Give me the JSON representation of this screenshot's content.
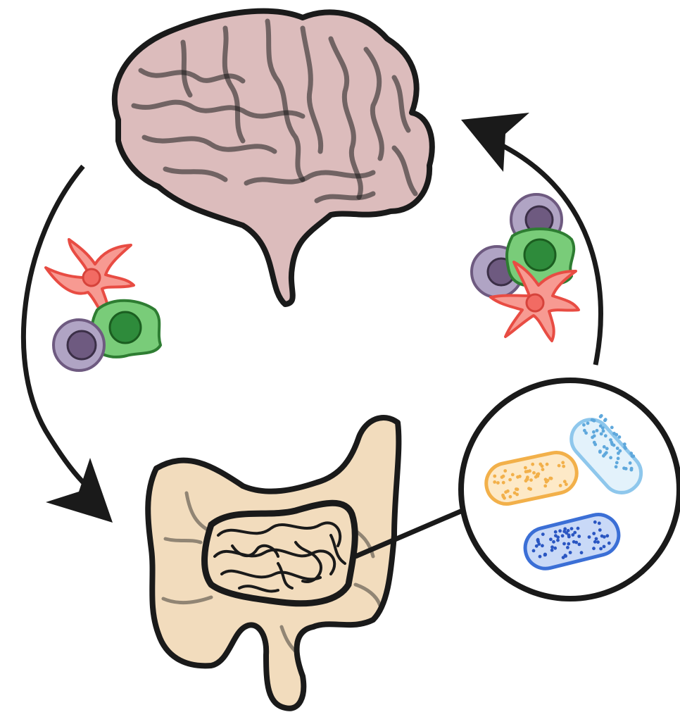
{
  "diagram": {
    "nodes": [
      {
        "id": "brain",
        "icon": "brain-icon",
        "color": "#dcbcbc"
      },
      {
        "id": "gut",
        "icon": "intestine-icon",
        "color": "#f2dcbd"
      },
      {
        "id": "microbiota",
        "icon": "bacteria-icon"
      }
    ],
    "edges": [
      {
        "from": "brain",
        "to": "gut",
        "direction": "counterclockwise-left"
      },
      {
        "from": "gut",
        "to": "brain",
        "direction": "upward-right"
      }
    ],
    "immune_cell_clusters": [
      {
        "side": "left",
        "cells": [
          "dendritic-cell",
          "macrophage",
          "lymphocyte"
        ]
      },
      {
        "side": "right",
        "cells": [
          "lymphocyte",
          "lymphocyte",
          "macrophage",
          "dendritic-cell"
        ]
      }
    ],
    "bacteria": [
      {
        "color": "#f2b04a"
      },
      {
        "color": "#8ec7ec"
      },
      {
        "color": "#3b6fd6"
      }
    ],
    "colors": {
      "outline": "#1a1a1a",
      "brain_fill": "#dcbcbc",
      "gut_fill": "#f2dcbd",
      "dendritic_cell": "#f26b63",
      "macrophage": "#6cc46c",
      "macrophage_nucleus": "#2e8b3b",
      "lymphocyte": "#a89ab8",
      "lymphocyte_nucleus": "#6e5a80"
    }
  }
}
